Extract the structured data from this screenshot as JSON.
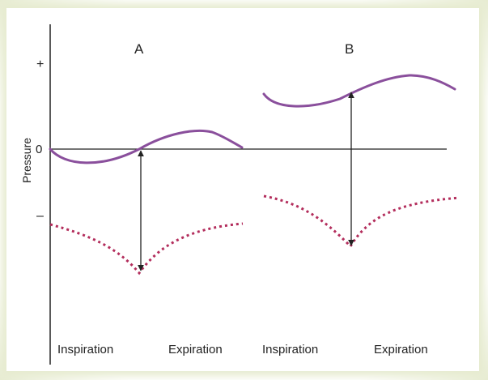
{
  "panels": {
    "a_label": "A",
    "b_label": "B"
  },
  "y_axis": {
    "label": "Pressure",
    "ticks": {
      "plus": "+",
      "zero": "0",
      "minus": "–"
    }
  },
  "x_axis": {
    "a_inspiration": "Inspiration",
    "a_expiration": "Expiration",
    "b_inspiration": "Inspiration",
    "b_expiration": "Expiration"
  },
  "colors": {
    "solid_curve": "#8a4f9c",
    "dotted_curve": "#b32d5c",
    "axis": "#222222"
  }
}
